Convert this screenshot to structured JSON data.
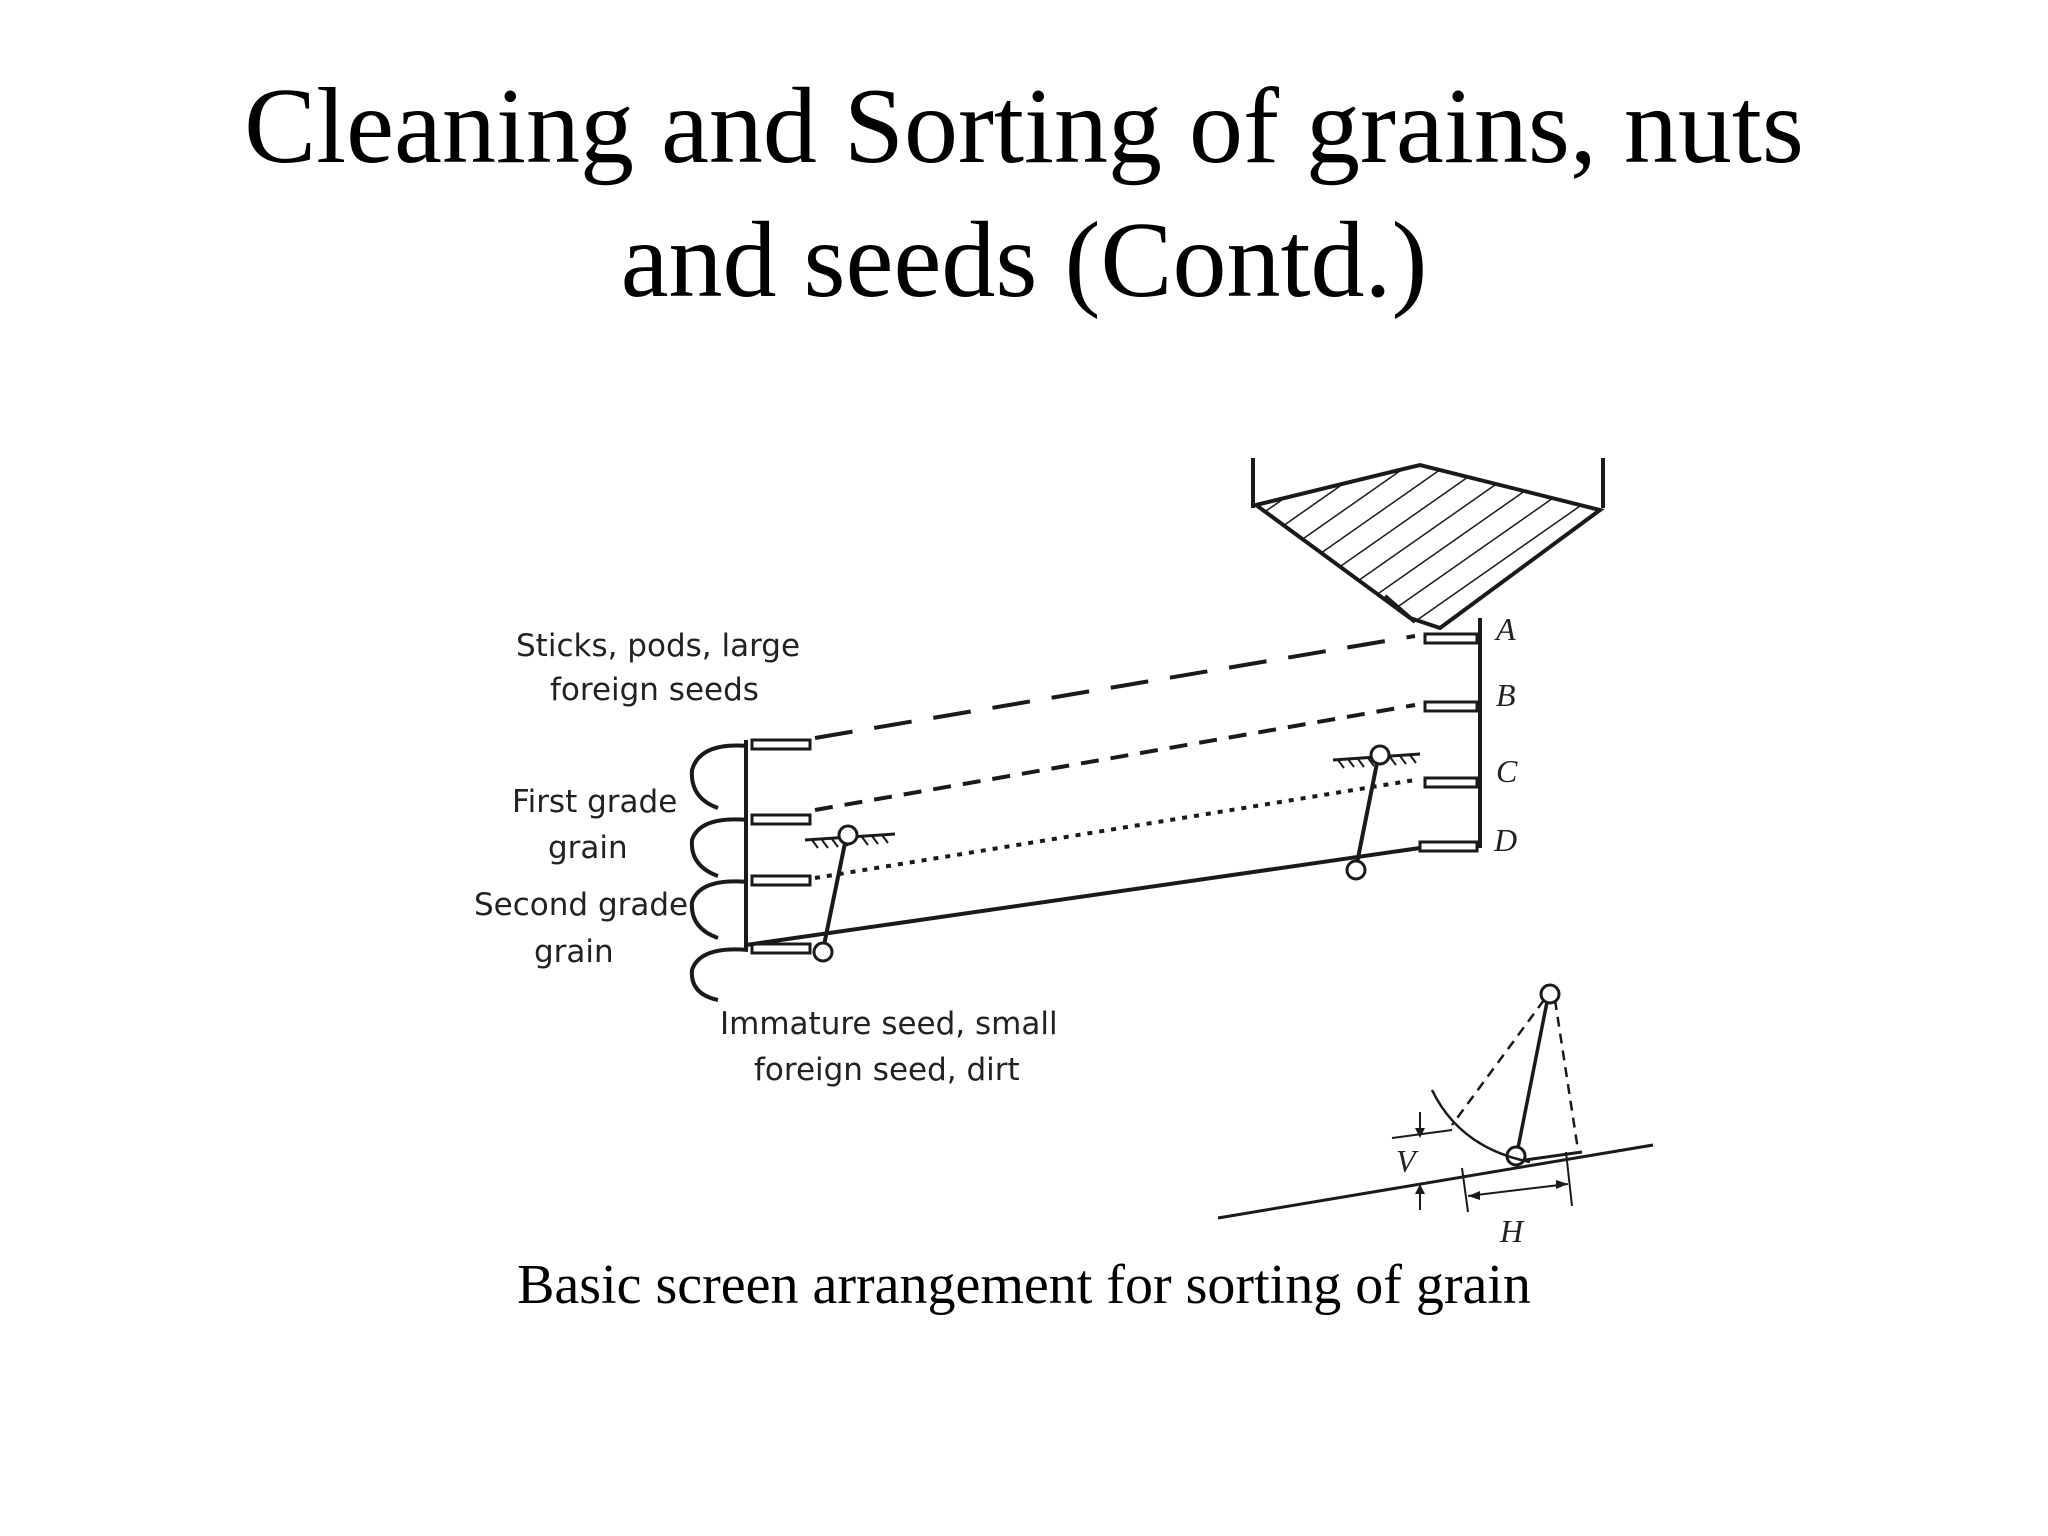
{
  "slide": {
    "title_line1": "Cleaning and Sorting of grains, nuts",
    "title_line2": "and seeds (Contd.)",
    "caption": "Basic screen arrangement for sorting of grain"
  },
  "diagram": {
    "labels": {
      "sticks_line1": "Sticks, pods, large",
      "sticks_line2": "foreign seeds",
      "first_line1": "First grade",
      "first_line2": "grain",
      "second_line1": "Second grade",
      "second_line2": "grain",
      "immature_line1": "Immature seed, small",
      "immature_line2": "foreign seed, dirt"
    },
    "screen_letters": [
      "A",
      "B",
      "C",
      "D"
    ],
    "inset_labels": {
      "vertical": "V",
      "horizontal": "H"
    }
  }
}
